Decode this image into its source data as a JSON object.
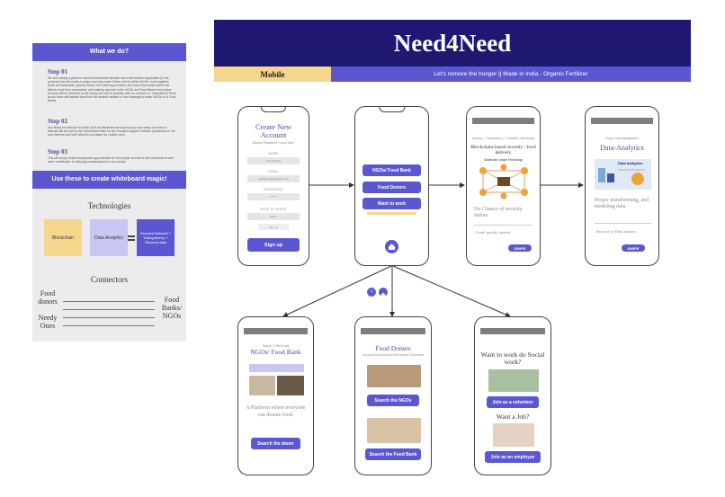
{
  "left_panel": {
    "header": "What we do?",
    "steps": [
      {
        "title": "Step 01",
        "text": "We are making a platform named Need4Need Website and a Need4Need application (In the process) that will create a unique and only made Online hub for all the NGOs, food suppliers (such as restaurants, grocery stores, and catering services), and local Food banks where the leftover food from restaurants, and catering services to the NGOs and Food Banks from where the food will be delivered to the needy one will be possible with our medium i.e. Need4Need Team as our team will transfer food from the desired location of food wastage to either NGOs or to Food Banks."
      },
      {
        "title": "Step 02",
        "text": "And finally the leftover food that can't be distributed among the poor and needy nor even to animals will be kept by the Need4Need team for the cheapest organic Fertilizer production for the poor farmers who can't afford to purchase the costlier ones."
      },
      {
        "title": "Step 03",
        "text": "This will surely create employment opportunities for the people and hence will contribute at least some contribution to reducing unemployment in our country."
      }
    ],
    "cta": "Use these to create whiteboard magic!",
    "technologies_title": "Technologies",
    "tech_notes": [
      "Blockchain",
      "Data Analytics",
      "Secured Network + Transparency + Secured data"
    ],
    "connectors_title": "Connectors",
    "connectors": {
      "food_donors": "Food donors",
      "food_banks": "Food Banks/ NGOs",
      "needy": "Needy Ones"
    }
  },
  "banner": {
    "title": "Need4Need",
    "mobile": "Mobile",
    "tagline": "Let's remove the hunger || Made in India - Organic Fertilizer"
  },
  "screens": {
    "signup": {
      "title": "Create New Account",
      "subtitle": "Already Registered? Log in here.",
      "fields": [
        {
          "label": "NAME",
          "value": "Jiara Martins"
        },
        {
          "label": "EMAIL",
          "value": "hello@reallygreatsite.com"
        },
        {
          "label": "PASSWORD",
          "value": "******"
        },
        {
          "label": "DATE OF BIRTH",
          "value": "Select"
        }
      ],
      "signup_link": "Sign up",
      "button": "Sign up"
    },
    "menu": {
      "buttons": [
        "NGOs/ Food Bank",
        "Food Donors",
        "Want to work"
      ],
      "home_icon": "home-icon"
    },
    "blockchain": {
      "breadcrumb": "Security + Transparency + Tracking + Blockchain",
      "title": "Blockchain-based security / food delivery",
      "diagram_title": "Distributed Ledger Technology",
      "text1": "No Chance of security failure",
      "text2": "Food- quality matters",
      "swipe": "SWIPE"
    },
    "analytics": {
      "breadcrumb": "Proper Data Management",
      "title": "Data-Analytics",
      "img_title": "Data Analytics",
      "text1": "Proper transforming, and modeling data",
      "text2": "Security of Data matters",
      "swipe": "SWIPE"
    },
    "ngos": {
      "eyebrow": "Search & Fetch Data",
      "title": "NGOs/ Food Bank",
      "text": "A Platform where everyone can donate food.",
      "button": "Search the doner"
    },
    "donors": {
      "title": "Food Doners",
      "subtitle": "Let your extra food reach the needy of someone",
      "button1": "Search the NGOs",
      "button2": "Search the Food Bank"
    },
    "work": {
      "title1": "Want to work do Social work?",
      "button1": "Join as a volunteer",
      "title2": "Want a Job?",
      "button2": "Join as an employee"
    }
  },
  "colors": {
    "purple": "#5b57d1",
    "navy": "#1e1870",
    "yellow": "#f6d68b",
    "panel": "#ececec"
  }
}
